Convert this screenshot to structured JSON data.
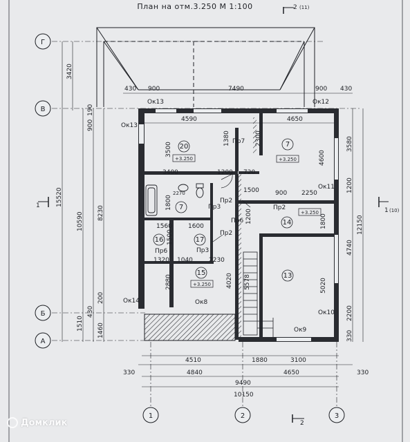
{
  "title": "План на отм.3.250 М 1:100",
  "section_mark_top": "2",
  "section_mark_top_sub": "(11)",
  "section_mark_bottom": "2",
  "section_mark_left": "1",
  "section_mark_right": "1",
  "section_mark_right_sub": "(10)",
  "axes": {
    "G": "Г",
    "V": "В",
    "B": "Б",
    "A": "А",
    "one": "1",
    "two": "2",
    "three": "3"
  },
  "dims_top": {
    "d430l": "430",
    "d900l": "900",
    "d7490": "7490",
    "d900r": "900",
    "d430r": "430"
  },
  "dims_bottom": {
    "d4510": "4510",
    "d1880": "1880",
    "d3100": "3100",
    "d330l": "330",
    "d4840": "4840",
    "d4650": "4650",
    "d330r": "330",
    "d9490": "9490",
    "d10150": "10150"
  },
  "dims_left": {
    "d3420": "3420",
    "d15520": "15520",
    "d10590": "10590",
    "d8230": "8230",
    "d900": "900",
    "d190": "190",
    "d1510": "1510",
    "d430": "430",
    "d200": "200",
    "d1460": "1460"
  },
  "dims_right": {
    "d3580": "3580",
    "d1200": "1200",
    "d12150": "12150",
    "d4740": "4740",
    "d2200": "2200",
    "d330": "330"
  },
  "dims_inner": {
    "d4590": "4590",
    "d4650": "4650",
    "d3500": "3500",
    "d1380": "1380",
    "d2300": "2300",
    "d4600": "4600",
    "d3400": "3400",
    "d1200": "1200",
    "d720": "720",
    "d1500": "1500",
    "d900": "900",
    "d2250": "2250",
    "d1800a": "1800",
    "d1800b": "1800",
    "d1200b": "1200",
    "d1560": "1560",
    "d1600": "1600",
    "d1500b": "1500",
    "d1320": "1320",
    "d1040": "1040",
    "d2230": "2230",
    "d4020": "4020",
    "d2880": "2880",
    "d5578": "5578",
    "d5020": "5020",
    "d2270": "2270"
  },
  "rooms": [
    {
      "num": "20",
      "level": "+3.250"
    },
    {
      "num": "7",
      "level": "+3.250"
    },
    {
      "num": "7"
    },
    {
      "num": "14"
    },
    {
      "num": "16"
    },
    {
      "num": "17"
    },
    {
      "num": "15",
      "level": "+3.250"
    },
    {
      "num": "13"
    }
  ],
  "level_mark_14": "+3.250",
  "openings": {
    "ok13a": "Ок13",
    "ok13b": "Ок13",
    "ok12": "Ок12",
    "ok11": "Ок11",
    "ok14": "Ок14",
    "ok8": "Ок8",
    "ok10": "Ок10",
    "ok9": "Ок9",
    "pr7": "Пр7",
    "pr2a": "Пр2",
    "pr2b": "Пр2",
    "pr2c": "Пр2",
    "pr3a": "Пр3",
    "pr3b": "Пр3",
    "pr6a": "Пр6",
    "pr6b": "Пр6"
  },
  "watermark": "Домклик"
}
